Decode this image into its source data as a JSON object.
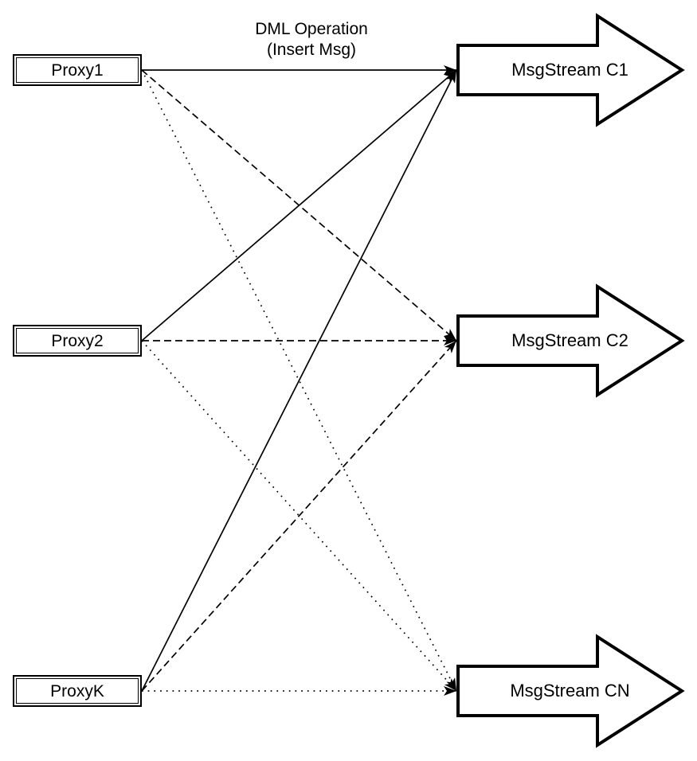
{
  "diagram": {
    "colors": {
      "stroke": "#000000",
      "fill": "#ffffff",
      "background": "#ffffff"
    },
    "edge_label": {
      "line1": "DML Operation",
      "line2": "(Insert Msg)"
    },
    "proxies": [
      {
        "label": "Proxy1"
      },
      {
        "label": "Proxy2"
      },
      {
        "label": "ProxyK"
      }
    ],
    "streams": [
      {
        "label": "MsgStream C1",
        "edge_style": "solid"
      },
      {
        "label": "MsgStream C2",
        "edge_style": "dashed"
      },
      {
        "label": "MsgStream CN",
        "edge_style": "dotted"
      }
    ],
    "edges": [
      {
        "from": "Proxy1",
        "to": "MsgStream C1",
        "style": "solid"
      },
      {
        "from": "Proxy1",
        "to": "MsgStream C2",
        "style": "dashed"
      },
      {
        "from": "Proxy1",
        "to": "MsgStream CN",
        "style": "dotted"
      },
      {
        "from": "Proxy2",
        "to": "MsgStream C1",
        "style": "solid"
      },
      {
        "from": "Proxy2",
        "to": "MsgStream C2",
        "style": "dashed"
      },
      {
        "from": "Proxy2",
        "to": "MsgStream CN",
        "style": "dotted"
      },
      {
        "from": "ProxyK",
        "to": "MsgStream C1",
        "style": "solid"
      },
      {
        "from": "ProxyK",
        "to": "MsgStream C2",
        "style": "dashed"
      },
      {
        "from": "ProxyK",
        "to": "MsgStream CN",
        "style": "dotted"
      }
    ]
  }
}
